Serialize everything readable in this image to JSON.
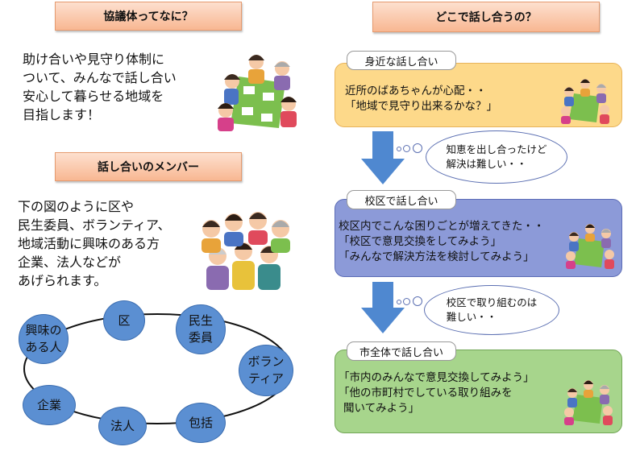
{
  "left": {
    "kyogitai": {
      "title": "協議体ってなに？",
      "lines": [
        "助け合いや見守り体制に",
        "ついて、みんなで話し合い",
        "安心して暮らせる地域を",
        "目指します！"
      ]
    },
    "members": {
      "title": "話し合いのメンバー",
      "lines": [
        "下の図のように区や",
        "民生委員、ボランティア、",
        "地域活動に興味のある方",
        "企業、法人などが",
        "あげられます。"
      ]
    },
    "nodes": [
      {
        "label": "興味の\nある人"
      },
      {
        "label": "区"
      },
      {
        "label": "民生\n委員"
      },
      {
        "label": "ボラン\nティア"
      },
      {
        "label": "包括"
      },
      {
        "label": "法人"
      },
      {
        "label": "企業"
      }
    ]
  },
  "right": {
    "title": "どこで話し合うの？",
    "stages": [
      {
        "tab": "身近な話し合い",
        "lines": [
          "近所のばあちゃんが心配・・",
          "「地域で見守り出来るかな？」"
        ]
      },
      {
        "tab": "校区で話し合い",
        "lines": [
          "校区内でこんな困りごとが増えてきた・・",
          "「校区で意見交換をしてみよう」",
          "「みんなで解決方法を検討してみよう」"
        ]
      },
      {
        "tab": "市全体で話し合い",
        "lines": [
          "「市内のみんなで意見交換してみよう」",
          "「他の市町村でしている取り組みを",
          "聞いてみよう」"
        ]
      }
    ],
    "thoughts": [
      {
        "lines": [
          "知恵を出し合ったけど",
          "解決は難しい・・"
        ]
      },
      {
        "lines": [
          "校区で取り組むのは",
          "難しい・・"
        ]
      }
    ]
  }
}
